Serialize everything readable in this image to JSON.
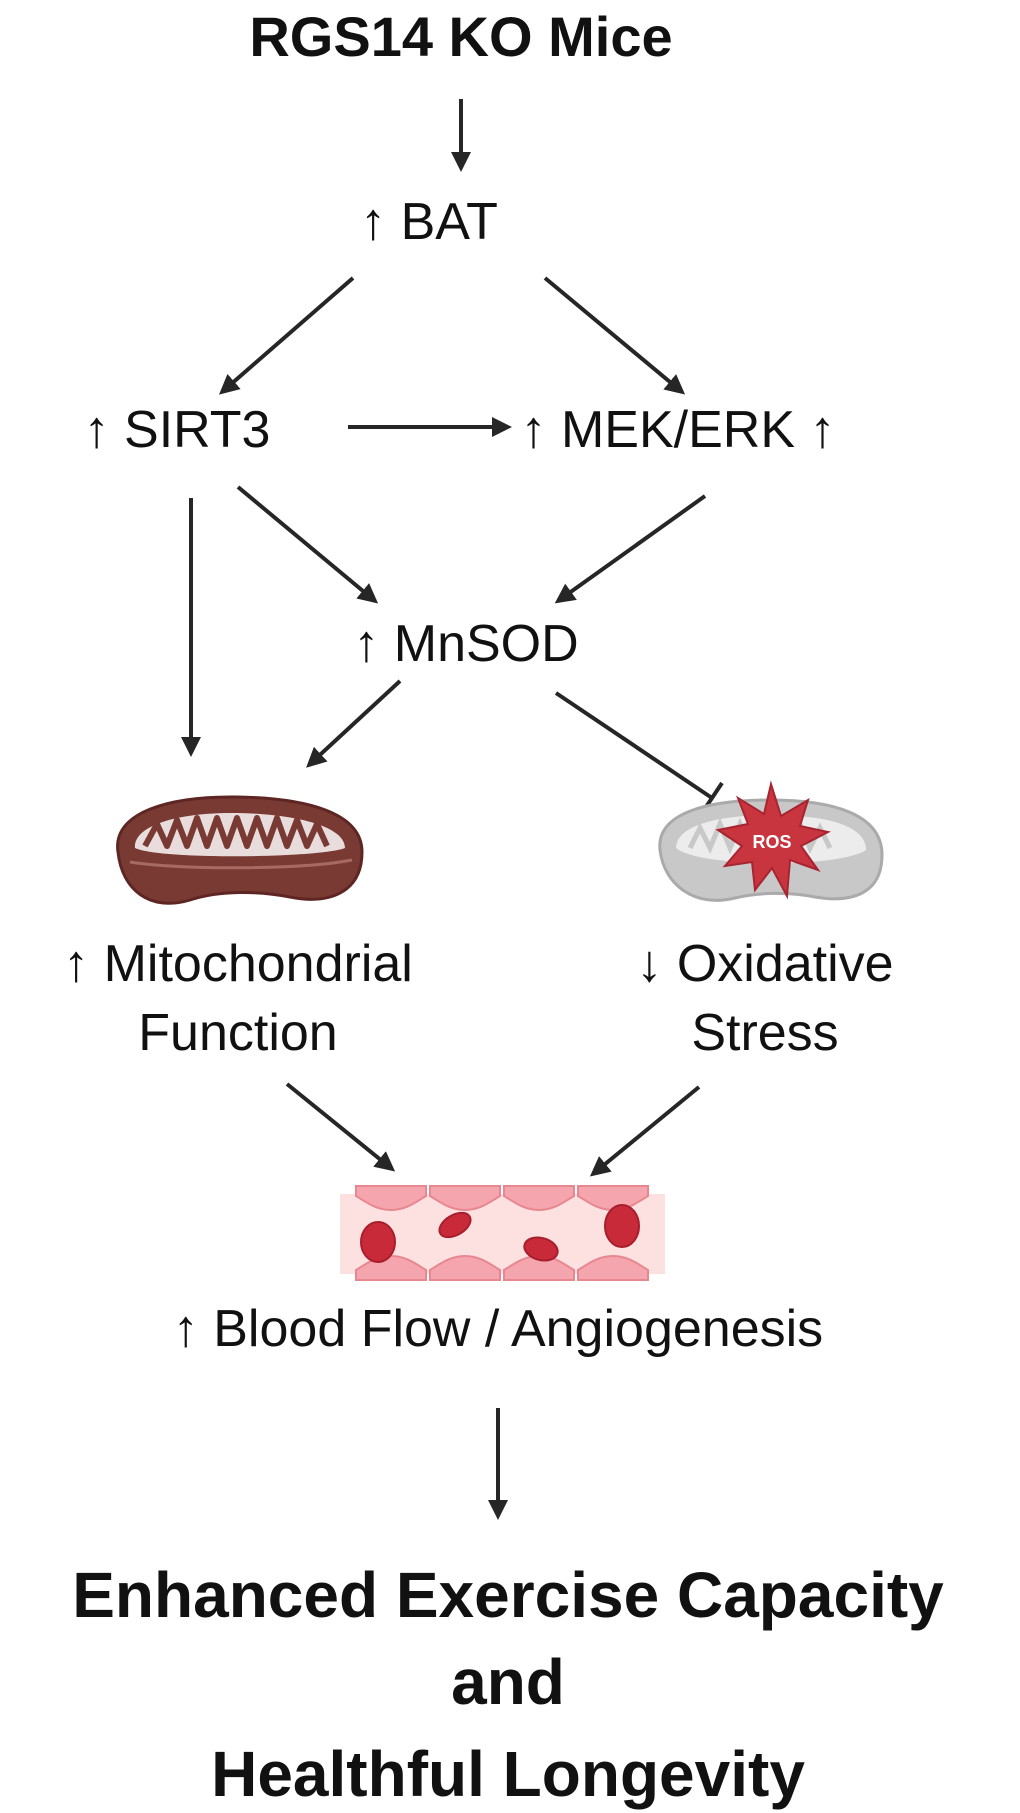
{
  "title": "RGS14 KO Mice",
  "nodes": {
    "bat": "↑ BAT",
    "sirt3": "↑ SIRT3",
    "mek_erk": "↑ MEK/ERK ↑",
    "mnsod": "↑ MnSOD",
    "mito_line1": "↑ Mitochondrial",
    "mito_line2": "Function",
    "ox_line1": "↓ Oxidative",
    "ox_line2": "Stress",
    "blood_flow": "↑ Blood Flow / Angiogenesis"
  },
  "ros_label": "ROS",
  "outcome": {
    "line1": "Enhanced Exercise Capacity",
    "line2": "and",
    "line3": "Healthful Longevity"
  },
  "colors": {
    "arrow": "#262626",
    "mito_healthy": "#7a3a34",
    "mito_stressed": "#c8c8c8",
    "ros_star": "#c8353f",
    "vessel": "#f7b7bd",
    "rbc": "#c92a3a"
  }
}
